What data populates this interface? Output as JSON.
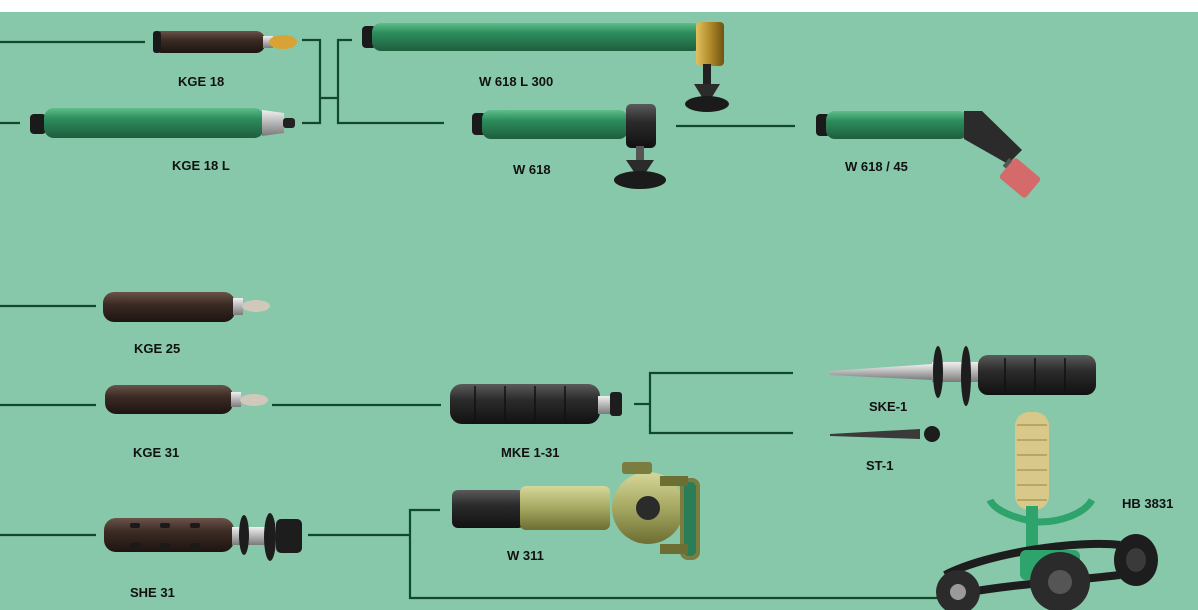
{
  "colors": {
    "background": "#87c7aa",
    "connector": "#114a2a",
    "tool_green": "#2d8d5c",
    "tool_dark": "#2b2b2b",
    "grip_rubber": "#3c2b25",
    "brass": "#b18a2a",
    "grind_stone": "#d46a6a",
    "belt_arm": "#2fa36c",
    "sleeve_tan": "#d8c98a"
  },
  "labels": {
    "kge18": "KGE 18",
    "kge18l": "KGE 18 L",
    "w618l300": "W 618 L 300",
    "w618": "W 618",
    "w618_45": "W 618 / 45",
    "kge25": "KGE 25",
    "kge31": "KGE 31",
    "mke131": "MKE 1-31",
    "ske1": "SKE-1",
    "st1": "ST-1",
    "hb3831": "HB 3831",
    "she31": "SHE 31",
    "w311": "W 311"
  },
  "icons": {
    "kge18": "straight-grinder-small-icon",
    "kge18l": "extended-grinder-icon",
    "w618l300": "long-angle-head-icon",
    "w618": "angle-head-icon",
    "w618_45": "angle-45-head-icon",
    "kge25": "straight-grinder-icon",
    "kge31": "straight-grinder-icon",
    "mke131": "adapter-coupling-icon",
    "ske1": "spindle-extension-icon",
    "st1": "stem-spindle-icon",
    "hb3831": "belt-grinder-icon",
    "she31": "spindle-head-icon",
    "w311": "angle-attachment-icon"
  }
}
